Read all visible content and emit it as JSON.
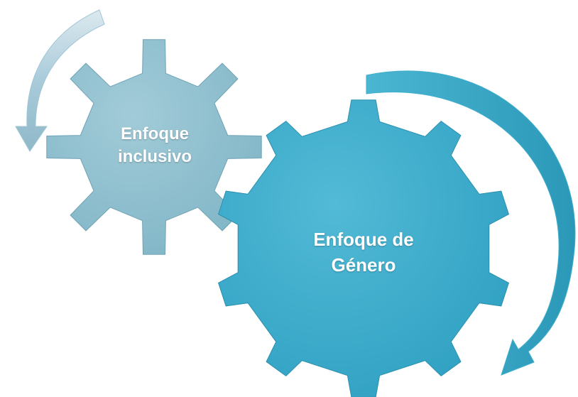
{
  "gears": {
    "small": {
      "line1": "Enfoque",
      "line2": "inclusivo",
      "color": "#8CBECE"
    },
    "large": {
      "line1": "Enfoque de",
      "line2": "Género",
      "color": "#3FAECC"
    }
  },
  "arrows": {
    "small_arrow": {
      "color": "#9FC6D6",
      "direction": "counter-clockwise"
    },
    "large_arrow": {
      "color": "#3FAECC",
      "direction": "clockwise"
    }
  }
}
